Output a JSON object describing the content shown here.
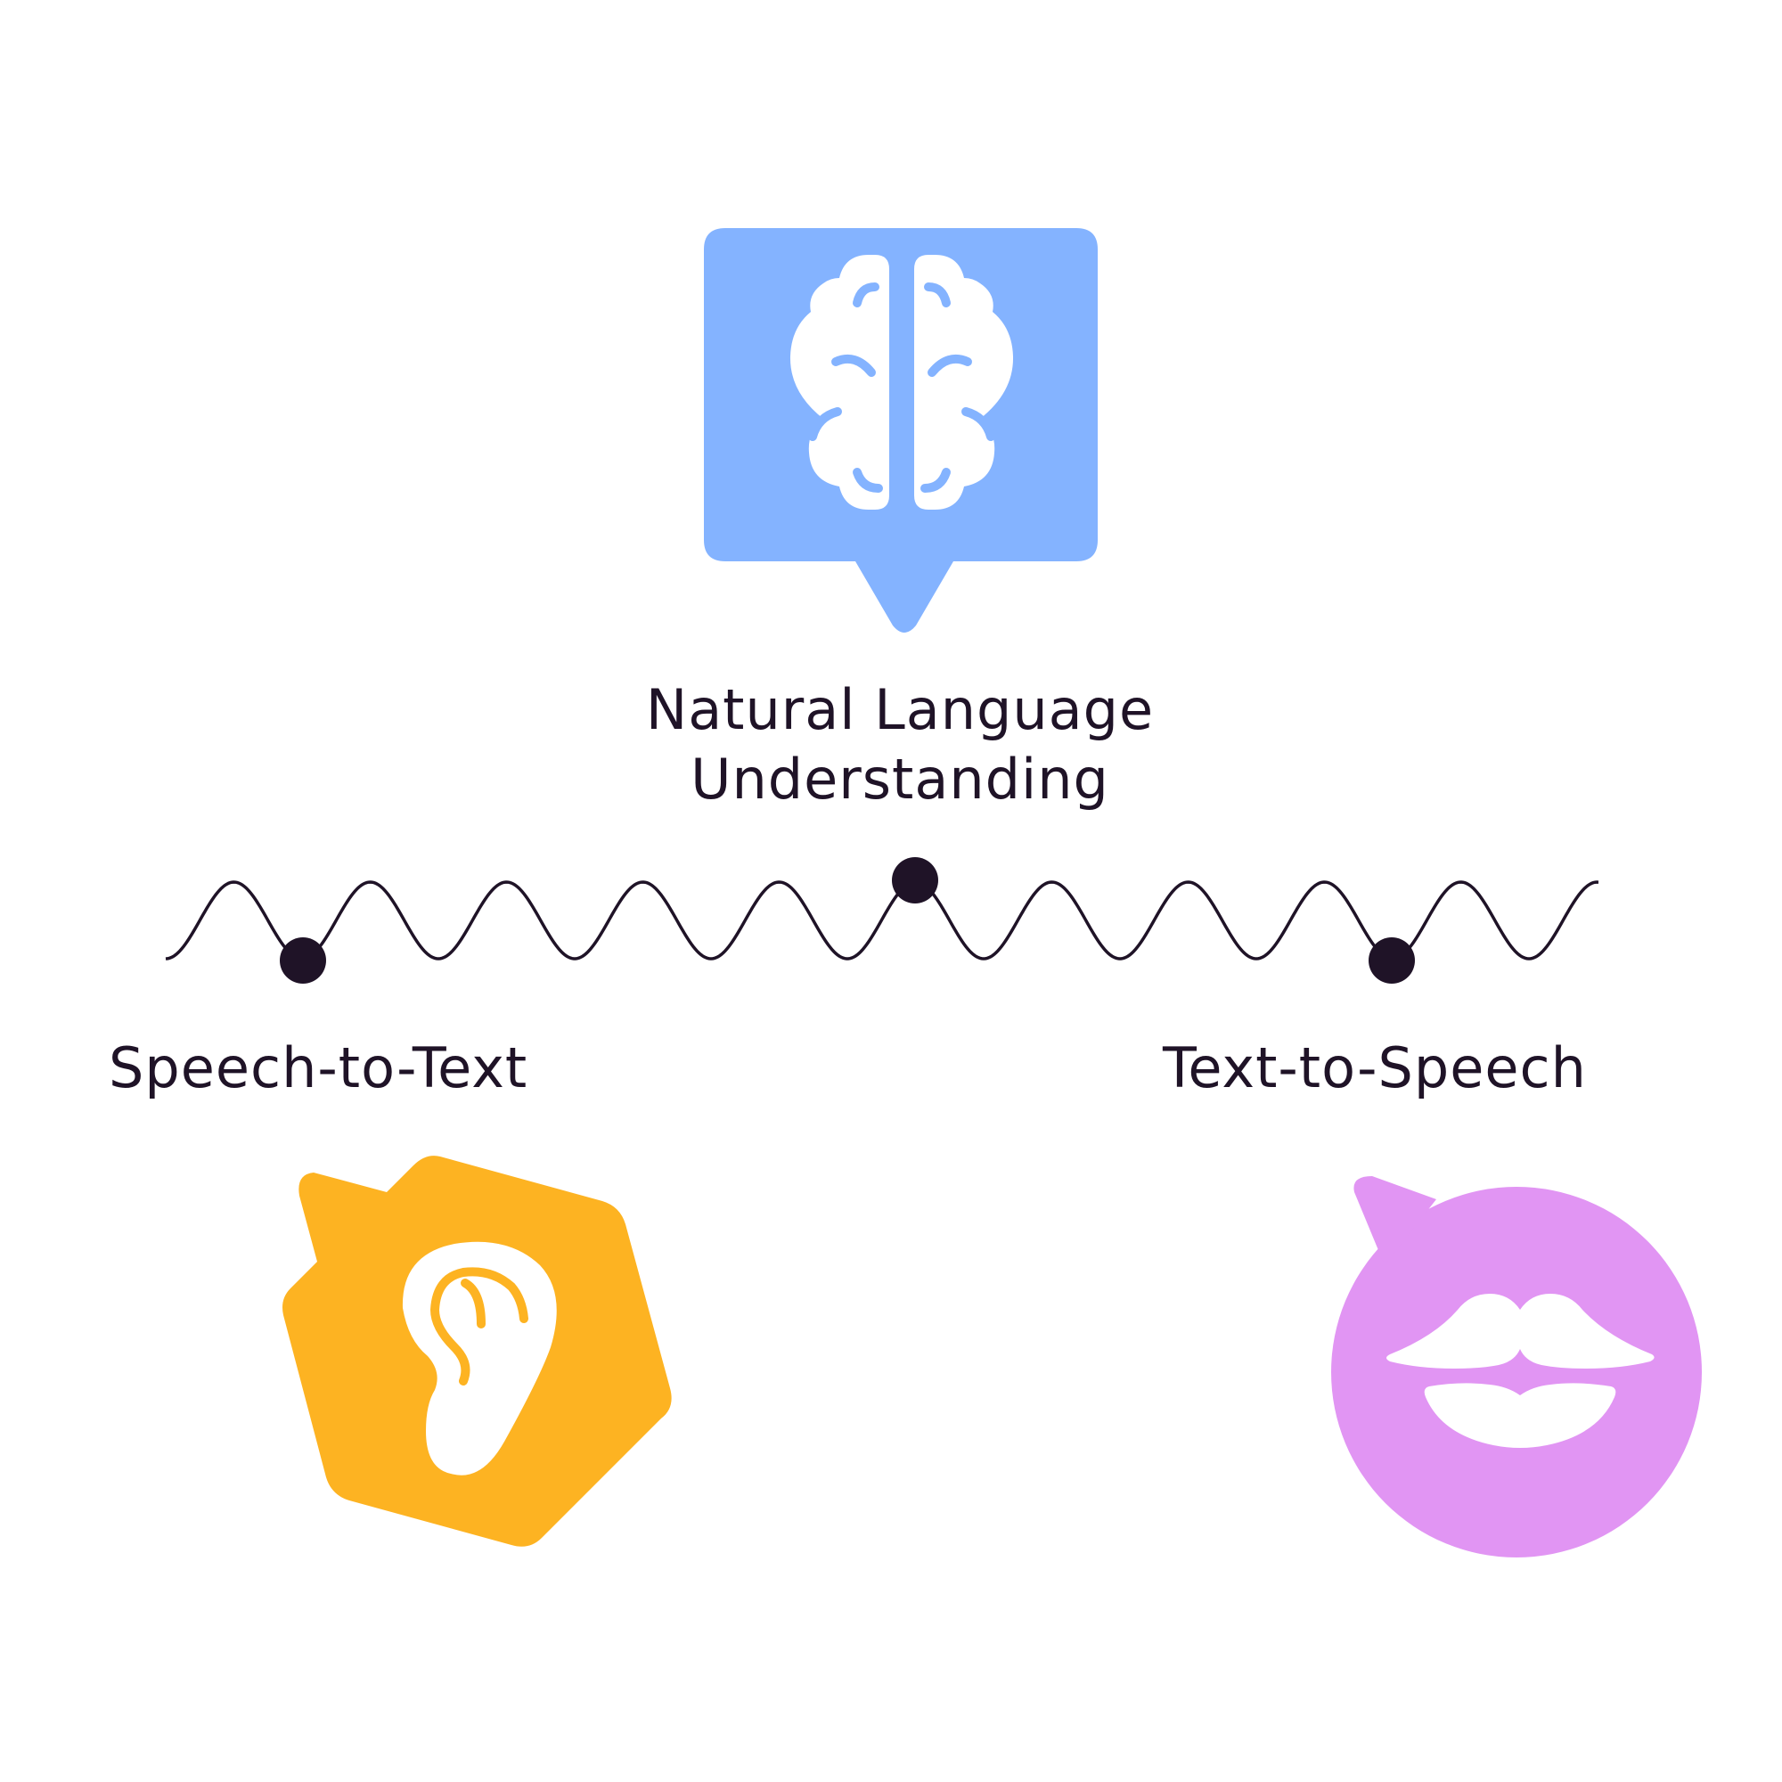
{
  "colors": {
    "background": "#ffffff",
    "text": "#1f1327",
    "wave": "#1f1327",
    "nlu": "#84b3ff",
    "stt": "#fdb322",
    "tts": "#e195f3",
    "icon_fill": "#ffffff"
  },
  "nodes": {
    "nlu": {
      "label_line1": "Natural Language",
      "label_line2": "Understanding",
      "icon": "brain-icon"
    },
    "stt": {
      "label": "Speech-to-Text",
      "icon": "ear-icon"
    },
    "tts": {
      "label": "Text-to-Speech",
      "icon": "lips-icon"
    }
  }
}
